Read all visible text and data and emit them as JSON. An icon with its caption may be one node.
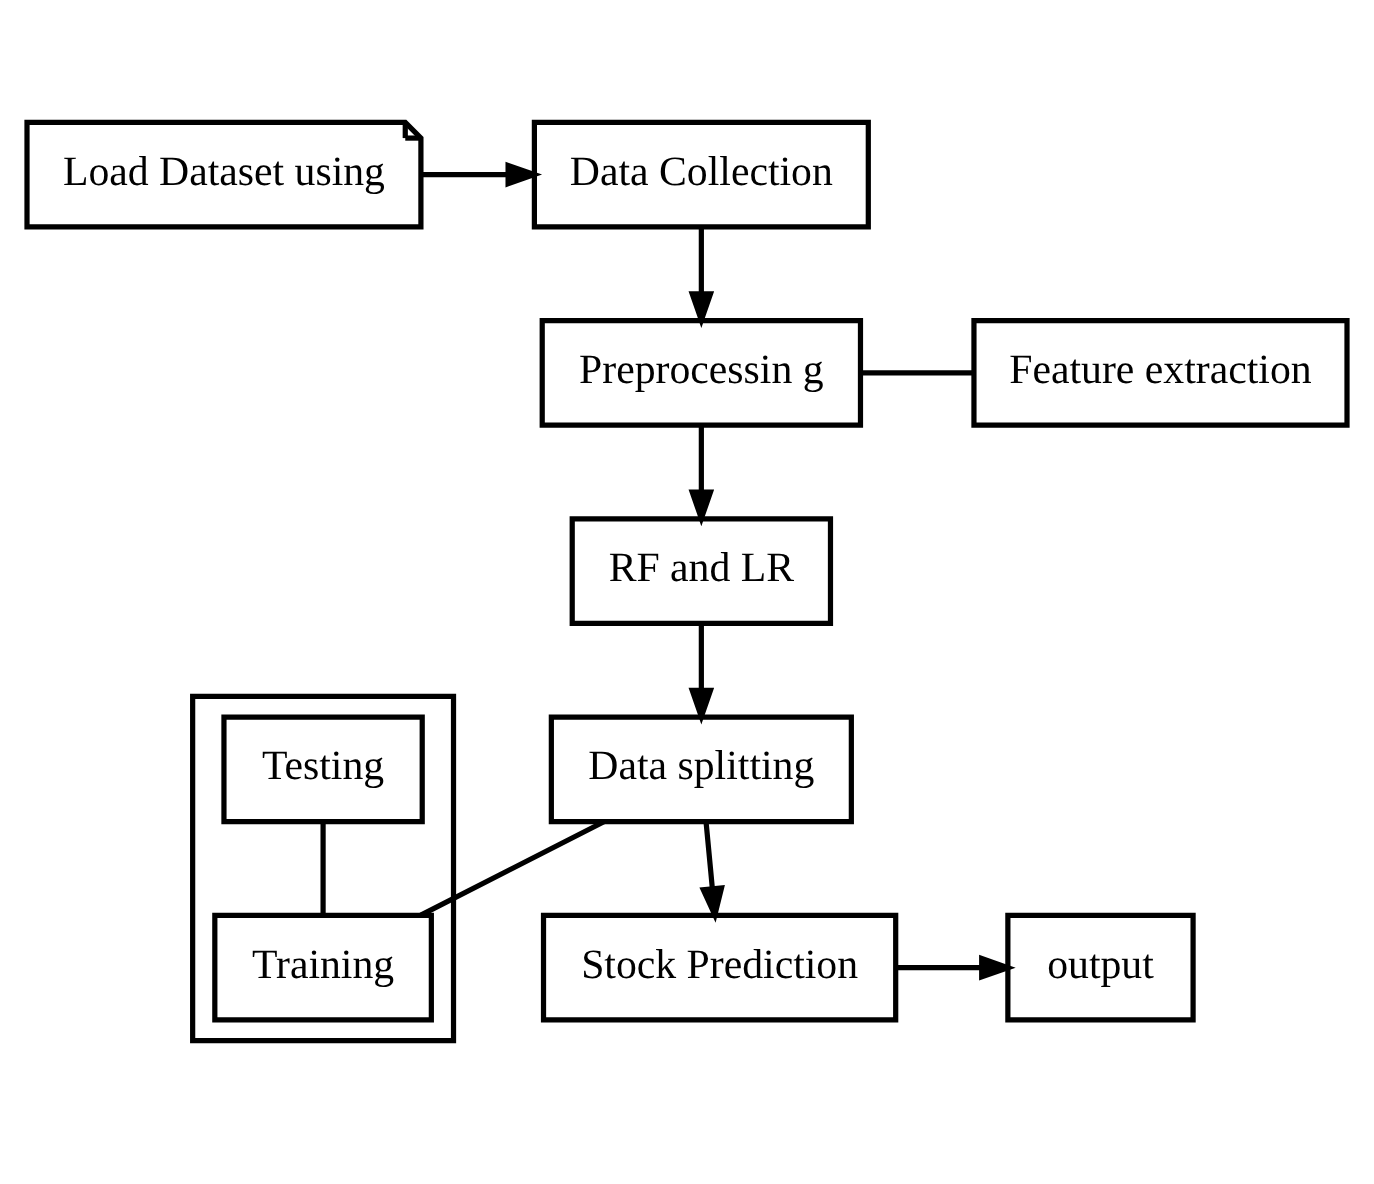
{
  "diagram": {
    "nodes": [
      {
        "text": [
          "Load Dataset using"
        ]
      },
      {
        "text": [
          "Data Collection"
        ]
      },
      {
        "text": [
          "Preprocessin g"
        ]
      },
      {
        "text": [
          "Feature extraction"
        ]
      },
      {
        "text": [
          "RF and LR"
        ]
      },
      {
        "text": [
          "Data splitting"
        ]
      },
      {
        "text": [],
        "shape": "box"
      },
      {
        "text": [
          "Testing"
        ],
        "in": 6
      },
      {
        "text": [
          "Training"
        ],
        "in": 6
      },
      {
        "text": [
          "Stock Prediction"
        ]
      },
      {
        "text": [
          "output"
        ]
      }
    ],
    "edges": [
      {
        "from": 0,
        "to": 1,
        "arrow": "to"
      },
      {
        "from": 1,
        "to": 2,
        "arrow": "to"
      },
      {
        "from": 2,
        "to": 3,
        "arrow": "none"
      },
      {
        "from": 2,
        "to": 4,
        "arrow": "to"
      },
      {
        "from": 4,
        "to": 5,
        "arrow": "to"
      },
      {
        "from": 5,
        "to": 8,
        "arrow": "none"
      },
      {
        "from": 7,
        "to": 8,
        "arrow": "none"
      },
      {
        "from": 5,
        "to": 9,
        "arrow": "to"
      },
      {
        "from": 9,
        "to": 10,
        "arrow": "to"
      }
    ]
  }
}
